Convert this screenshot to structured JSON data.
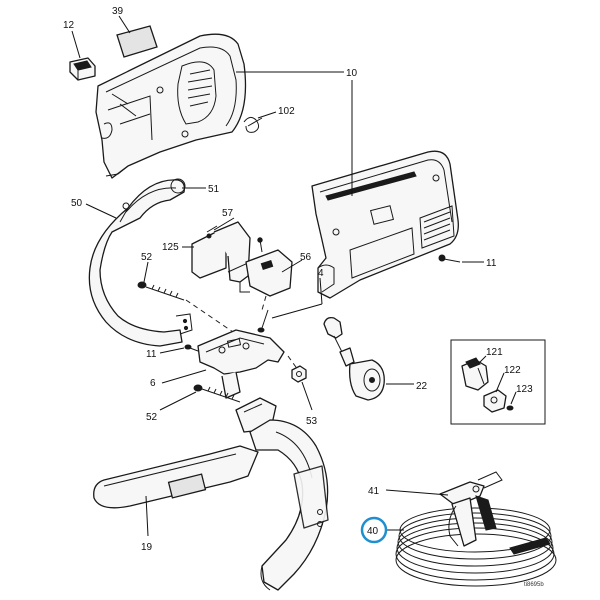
{
  "diagram": {
    "drawing_ref": "ti8695b",
    "highlight_color": "#1e8fcf",
    "highlighted_callout": "40",
    "callouts": {
      "c39": "39",
      "c12": "12",
      "c10": "10",
      "c102": "102",
      "c51": "51",
      "c50": "50",
      "c57": "57",
      "c125": "125",
      "c52a": "52",
      "c56": "56",
      "c4": "4",
      "c11a": "11",
      "c11b": "11",
      "c6": "6",
      "c52b": "52",
      "c53": "53",
      "c22": "22",
      "c121": "121",
      "c122": "122",
      "c123": "123",
      "c19": "19",
      "c41": "41",
      "c40": "40"
    }
  }
}
